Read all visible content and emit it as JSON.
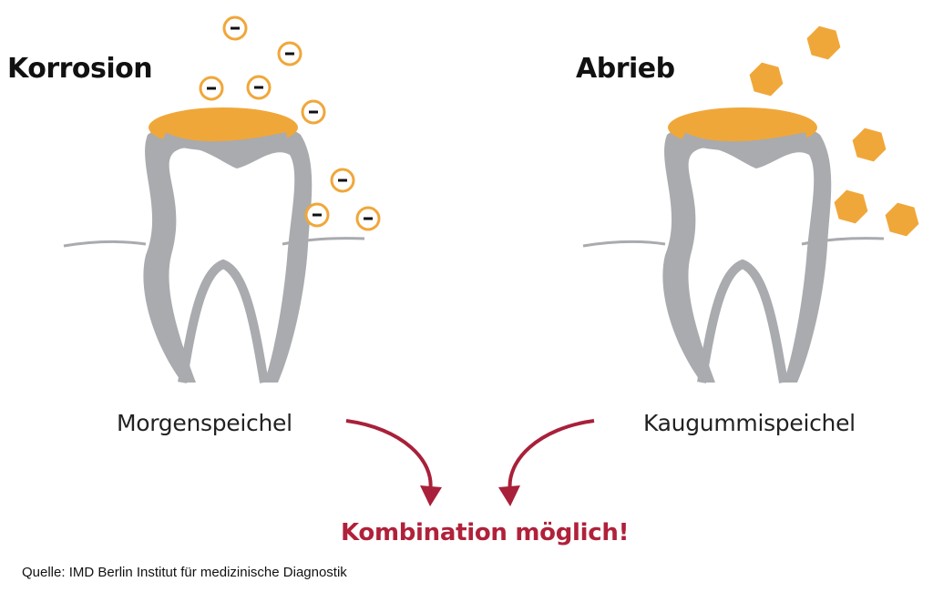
{
  "left_panel": {
    "title": "Korrosion",
    "caption": "Morgenspeichel",
    "particle_symbol": "−",
    "particle_icon": "minus-ion-circle"
  },
  "right_panel": {
    "title": "Abrieb",
    "caption": "Kaugummispeichel",
    "particle_icon": "hexagon-particle"
  },
  "conclusion": "Kombination möglich!",
  "source": "Quelle: IMD Berlin Institut für medizinische Diagnostik",
  "colors": {
    "accent_orange": "#f0a73a",
    "tooth_gray": "#a9abae",
    "arrow_red": "#a8203a",
    "text": "#111111"
  }
}
